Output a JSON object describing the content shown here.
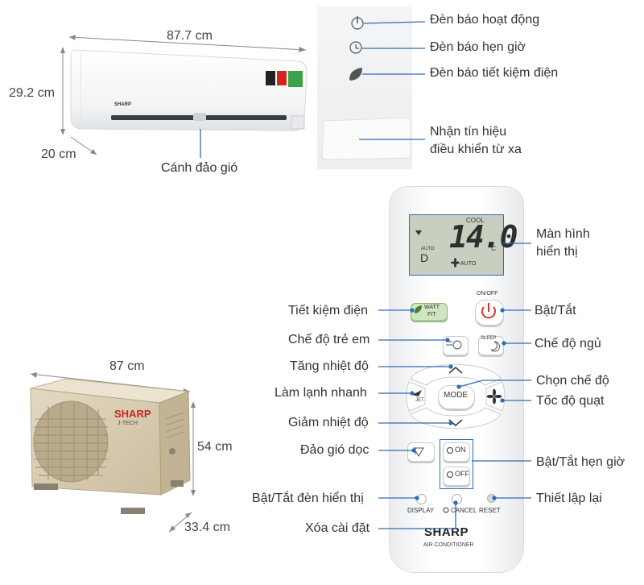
{
  "indoor_unit": {
    "width_dim": "87.7 cm",
    "height_dim": "29.2 cm",
    "depth_dim": "20 cm",
    "brand": "SHARP",
    "flap_label": "Cánh đảo gió"
  },
  "indicator_panel": {
    "labels": [
      "Đèn báo hoạt động",
      "Đèn báo hẹn giờ",
      "Đèn báo tiết kiệm điện"
    ],
    "receiver_label_line1": "Nhận tín hiệu",
    "receiver_label_line2": "điều khiển từ xa"
  },
  "outdoor_unit": {
    "width_dim": "87 cm",
    "height_dim": "54 cm",
    "depth_dim": "33.4 cm",
    "brand": "SHARP",
    "sub_brand": "J-TECH"
  },
  "remote": {
    "lcd": {
      "mode": "COOL",
      "temperature": "14.0",
      "unit": "°C",
      "fan_text": "AUTO",
      "left_auto": "AUTO",
      "left_letter": "D"
    },
    "buttons": {
      "watt_line1": "WATT",
      "watt_line2": "FIT",
      "onoff_caption": "ON/OFF",
      "sleep": "SLEEP",
      "jet": "JET",
      "mode": "MODE",
      "timer_on": "ON",
      "timer_off": "OFF",
      "display": "DISPLAY",
      "cancel": "CANCEL",
      "reset": "RESET"
    },
    "brand": "SHARP",
    "subtitle": "AIR CONDITIONER"
  },
  "callouts": {
    "screen_line1": "Màn hình",
    "screen_line2": "hiển thị",
    "power": "Bật/Tắt",
    "sleep_mode": "Chế độ ngủ",
    "mode_select": "Chọn chế độ",
    "fan_speed": "Tốc độ quạt",
    "timer": "Bật/Tắt hẹn giờ",
    "reset": "Thiết lập lại",
    "eco": "Tiết kiệm điện",
    "kids": "Chế độ trẻ em",
    "temp_up": "Tăng nhiệt độ",
    "jet": "Làm lạnh nhanh",
    "temp_down": "Giảm nhiệt độ",
    "vertical_swing": "Đảo gió dọc",
    "display_toggle": "Bật/Tắt đèn hiển thị",
    "clear": "Xóa cài đặt"
  },
  "colors": {
    "line_blue": "#2f6db5",
    "power_red": "#e03030",
    "unit_gold": "#d8ccb0",
    "lcd_green": "#c9cfc0"
  }
}
